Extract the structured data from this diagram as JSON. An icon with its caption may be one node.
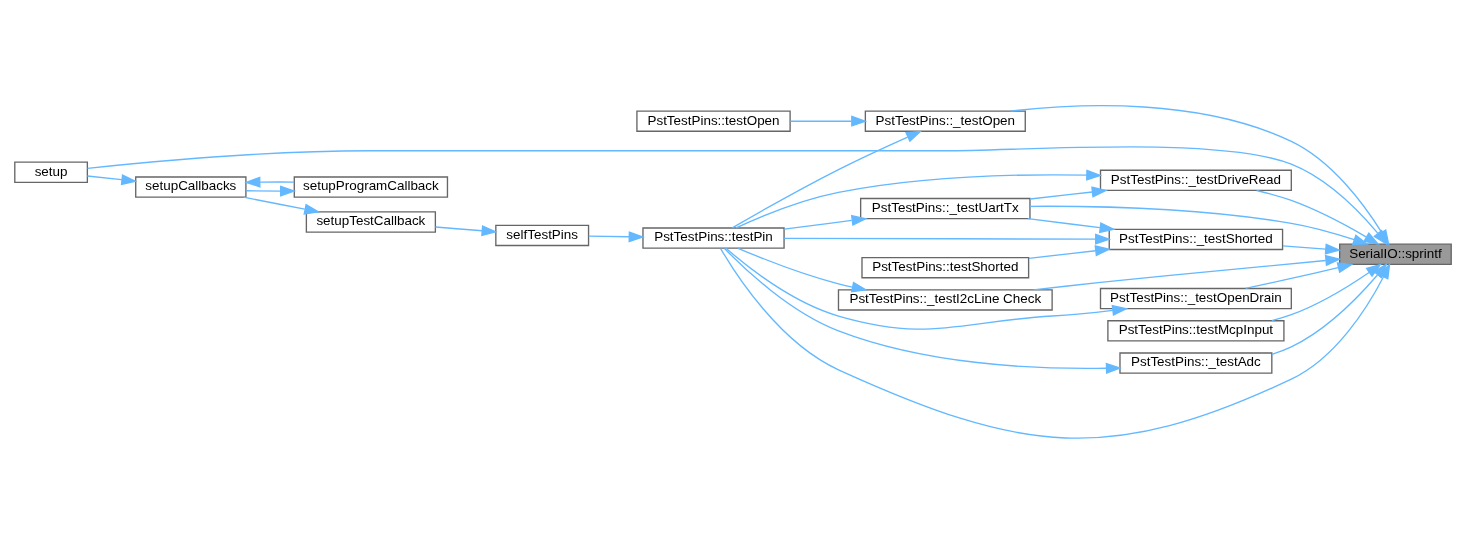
{
  "diagram": {
    "nodes": [
      {
        "text": [
          "SerialIO::sprintf"
        ]
      },
      {
        "text": [
          "PstTestPins::_testOpenDrain"
        ]
      },
      {
        "text": [
          "PstTestPins::_testAdc"
        ]
      },
      {
        "text": [
          "PstTestPins::_testOpen"
        ]
      },
      {
        "text": [
          "PstTestPins::testOpen"
        ]
      },
      {
        "text": [
          "PstTestPins::_testDriveRead"
        ]
      },
      {
        "text": [
          "PstTestPins::_testUartTx"
        ]
      },
      {
        "text": [
          "PstTestPins::_testShorted"
        ]
      },
      {
        "text": [
          "PstTestPins::testShorted"
        ]
      },
      {
        "text": [
          "PstTestPins::_testI2cLine Check"
        ]
      },
      {
        "text": [
          "PstTestPins::testMcpInput"
        ]
      },
      {
        "text": [
          "PstTestPins::testPin"
        ]
      },
      {
        "text": [
          "selfTestPins"
        ]
      },
      {
        "text": [
          "setupTestCallback"
        ]
      },
      {
        "text": [
          "setupCallbacks"
        ]
      },
      {
        "text": [
          "setup"
        ]
      },
      {
        "text": [
          "setupProgramCallback"
        ]
      }
    ],
    "edges": [
      {
        "from": 15,
        "to": 0,
        "arrow": "to"
      },
      {
        "from": 15,
        "to": 14,
        "arrow": "to"
      },
      {
        "from": 14,
        "to": 16,
        "arrow": "to"
      },
      {
        "from": 16,
        "to": 14,
        "arrow": "to"
      },
      {
        "from": 14,
        "to": 13,
        "arrow": "to"
      },
      {
        "from": 13,
        "to": 12,
        "arrow": "to"
      },
      {
        "from": 12,
        "to": 11,
        "arrow": "to"
      },
      {
        "from": 11,
        "to": 1,
        "arrow": "to"
      },
      {
        "from": 11,
        "to": 2,
        "arrow": "to"
      },
      {
        "from": 11,
        "to": 3,
        "arrow": "to"
      },
      {
        "from": 4,
        "to": 3,
        "arrow": "to"
      },
      {
        "from": 11,
        "to": 0,
        "arrow": "to"
      },
      {
        "from": 11,
        "to": 5,
        "arrow": "to"
      },
      {
        "from": 11,
        "to": 6,
        "arrow": "to"
      },
      {
        "from": 6,
        "to": 5,
        "arrow": "to"
      },
      {
        "from": 11,
        "to": 7,
        "arrow": "to"
      },
      {
        "from": 6,
        "to": 7,
        "arrow": "to"
      },
      {
        "from": 8,
        "to": 7,
        "arrow": "to"
      },
      {
        "from": 11,
        "to": 9,
        "arrow": "to"
      },
      {
        "from": 1,
        "to": 0,
        "arrow": "to"
      },
      {
        "from": 2,
        "to": 0,
        "arrow": "to"
      },
      {
        "from": 3,
        "to": 0,
        "arrow": "to"
      },
      {
        "from": 5,
        "to": 0,
        "arrow": "to"
      },
      {
        "from": 6,
        "to": 0,
        "arrow": "to"
      },
      {
        "from": 7,
        "to": 0,
        "arrow": "to"
      },
      {
        "from": 9,
        "to": 0,
        "arrow": "to"
      },
      {
        "from": 10,
        "to": 0,
        "arrow": "to"
      }
    ]
  }
}
